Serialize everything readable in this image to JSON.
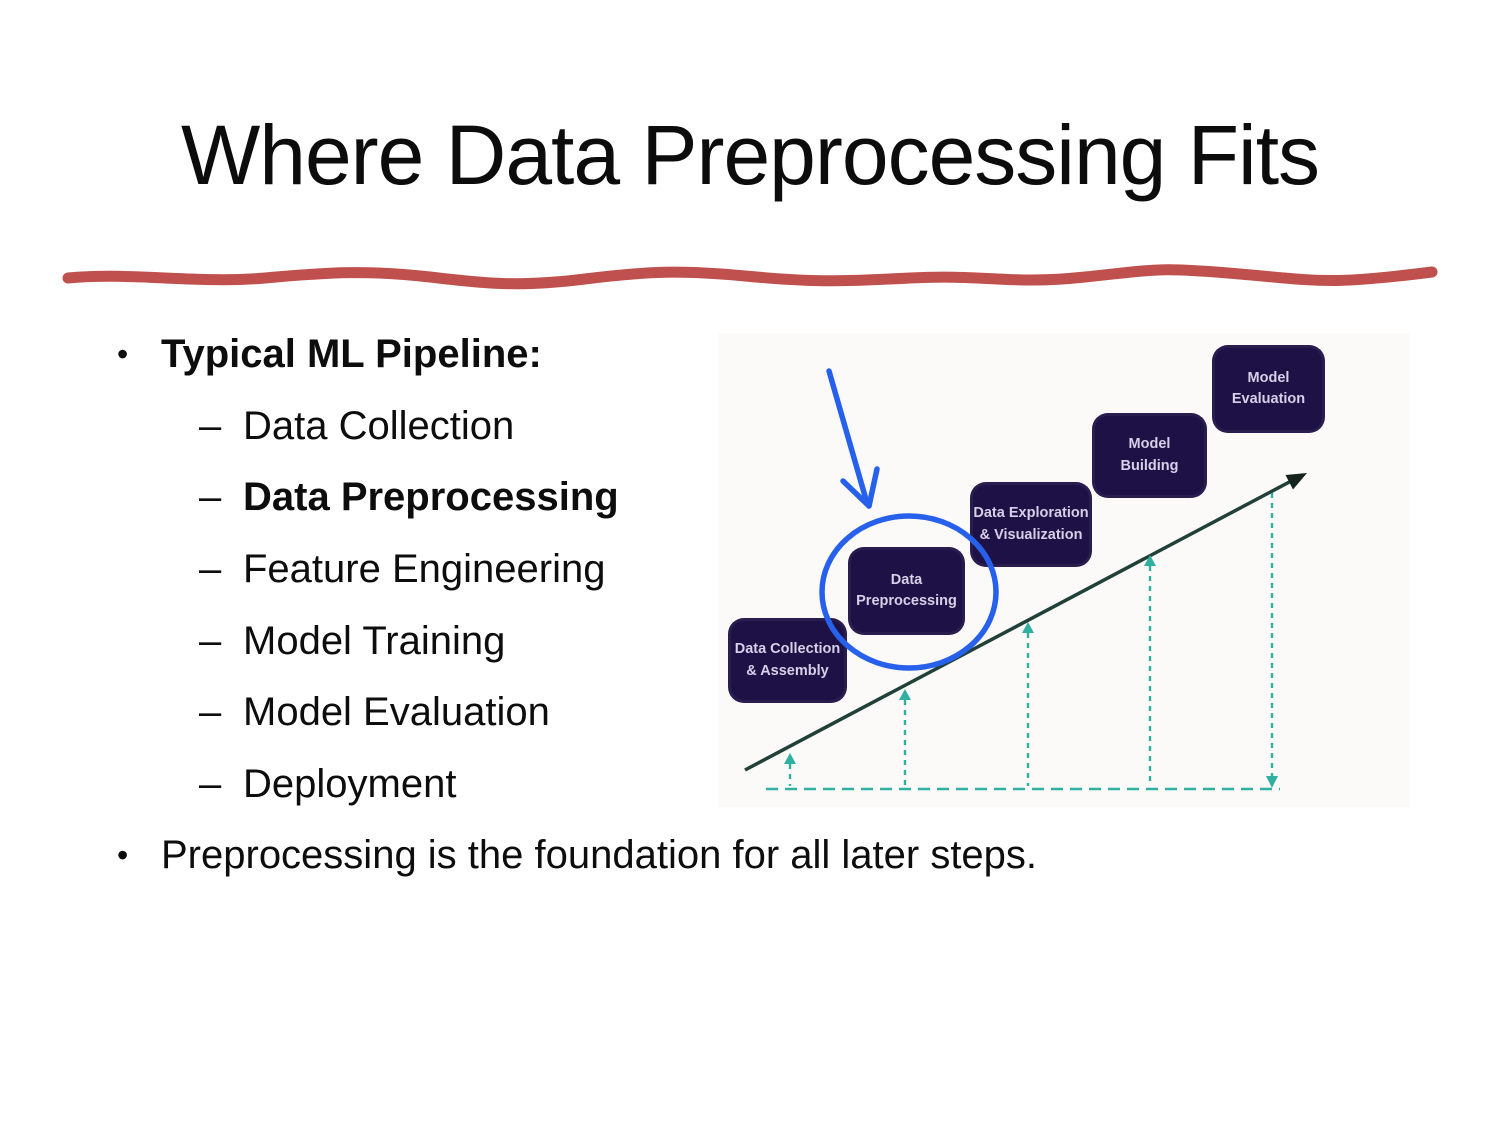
{
  "slide": {
    "title": "Where Data Preprocessing Fits"
  },
  "glyphs": {
    "bullet": "•",
    "dash": "–"
  },
  "content": {
    "intro_bullet": "Typical ML Pipeline:",
    "pipeline_steps": [
      {
        "label": "Data Collection"
      },
      {
        "label": "Data Preprocessing"
      },
      {
        "label": "Feature Engineering"
      },
      {
        "label": "Model Training"
      },
      {
        "label": "Model Evaluation"
      },
      {
        "label": "Deployment"
      }
    ],
    "closing_bullet": "Preprocessing is the foundation for all later steps."
  },
  "diagram": {
    "boxes": [
      {
        "label": "Data Collection\n& Assembly"
      },
      {
        "label": "Data\nPreprocessing"
      },
      {
        "label": "Data Exploration\n& Visualization"
      },
      {
        "label": "Model\nBuilding"
      },
      {
        "label": "Model\nEvaluation"
      }
    ]
  },
  "colors": {
    "title_text": "#0c0c0c",
    "underline": "#c0504d",
    "pipeline_box": "#1e1145",
    "pipeline_box_text": "#d6d0e8",
    "dashed_teal": "#30b0a1",
    "trend_line": "#22403a",
    "highlight_blue": "#2760ea"
  }
}
